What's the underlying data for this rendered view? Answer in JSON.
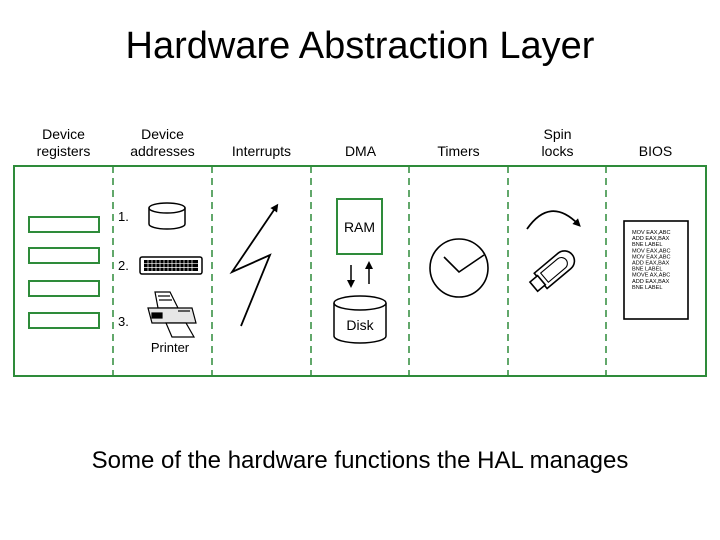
{
  "title": "Hardware Abstraction Layer",
  "columns": [
    {
      "label": "Device\nregisters"
    },
    {
      "label": "Device\naddresses"
    },
    {
      "label": "Interrupts"
    },
    {
      "label": "DMA"
    },
    {
      "label": "Timers"
    },
    {
      "label": "Spin\nlocks"
    },
    {
      "label": "BIOS"
    }
  ],
  "device_addresses": {
    "items": [
      "1.",
      "2.",
      "3."
    ],
    "printer_label": "Printer"
  },
  "dma": {
    "ram_label": "RAM",
    "disk_label": "Disk"
  },
  "bios": {
    "code_lines": [
      "MOV EAX,ABC",
      "ADD EAX,BAX",
      "BNE LABEL",
      "MOV EAX,ABC",
      "MOV EAX,ABC",
      "ADD EAX,BAX",
      "BNE LABEL",
      "MOVE AX,ABC",
      "ADD EAX,BAX",
      "BNE LABEL"
    ]
  },
  "caption": "Some of the hardware functions the HAL manages",
  "colors": {
    "frame_green": "#2e8b3a",
    "ink": "#000000"
  }
}
